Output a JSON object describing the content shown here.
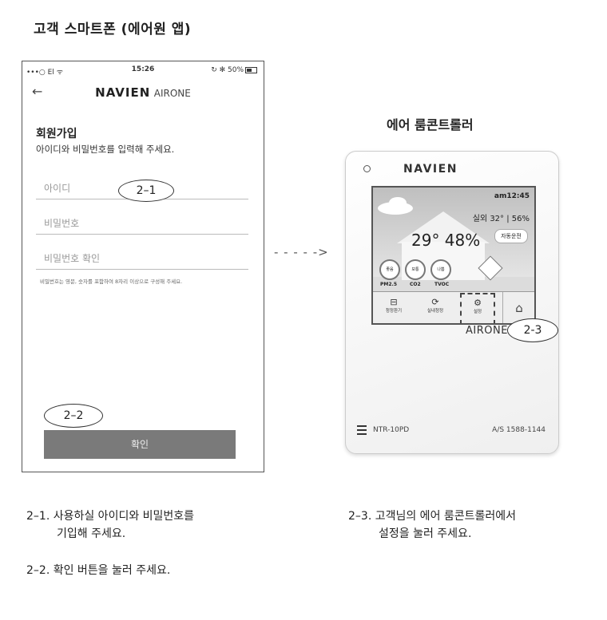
{
  "heading": "고객 스마트폰 (에어원 앱)",
  "phone": {
    "status": {
      "left": "•••○ El ᯤ",
      "time": "15:26",
      "right": "↻ ✻ 50%"
    },
    "back_icon": "←",
    "brand_main": "NAVIEN",
    "brand_sub": "AIRONE",
    "signup_title": "회원가입",
    "signup_desc": "아이디와 비밀번호를 입력해 주세요.",
    "fields": {
      "id_placeholder": "아이디",
      "password_placeholder": "비밀번호",
      "password_confirm_placeholder": "비밀번호 확인"
    },
    "hint": "비밀번호는 영문, 숫자를 포함하여 8자리 이상으로 구성해 주세요.",
    "confirm_label": "확인"
  },
  "callouts": {
    "c1": "2–1",
    "c2": "2–2",
    "c3": "2-3"
  },
  "arrow": "- - - - ->",
  "controller": {
    "title": "에어 룸콘트롤러",
    "brand": "NAVIEN",
    "screen": {
      "time": "am12:45",
      "outdoor": "실외 32° | 56%",
      "temp": "29° 48%",
      "auto": "자동운전",
      "sensors": [
        {
          "value": "좋음",
          "label": "PM2.5"
        },
        {
          "value": "보통",
          "label": "CO2"
        },
        {
          "value": "나쁨",
          "label": "TVOC"
        }
      ],
      "menu": [
        {
          "icon": "⊟",
          "label": "청정환기"
        },
        {
          "icon": "⟳",
          "label": "실내청정"
        },
        {
          "icon": "⚙",
          "label": "설정"
        }
      ],
      "home_icon": "⌂"
    },
    "airone": "AIRONE",
    "model": "NTR-10PD",
    "as_number": "A/S 1588-1144"
  },
  "steps": {
    "s1_line1": "2–1. 사용하실 아이디와 비밀번호를",
    "s1_line2": "기입해 주세요.",
    "s2": "2–2. 확인 버튼을 눌러 주세요.",
    "s3_line1": "2–3. 고객님의 에어 룸콘트롤러에서",
    "s3_line2": "설정을 눌러 주세요."
  },
  "icons": [
    "back-arrow-icon",
    "battery-icon",
    "home-icon",
    "settings-gear-icon",
    "ventilation-icon",
    "purify-icon"
  ]
}
